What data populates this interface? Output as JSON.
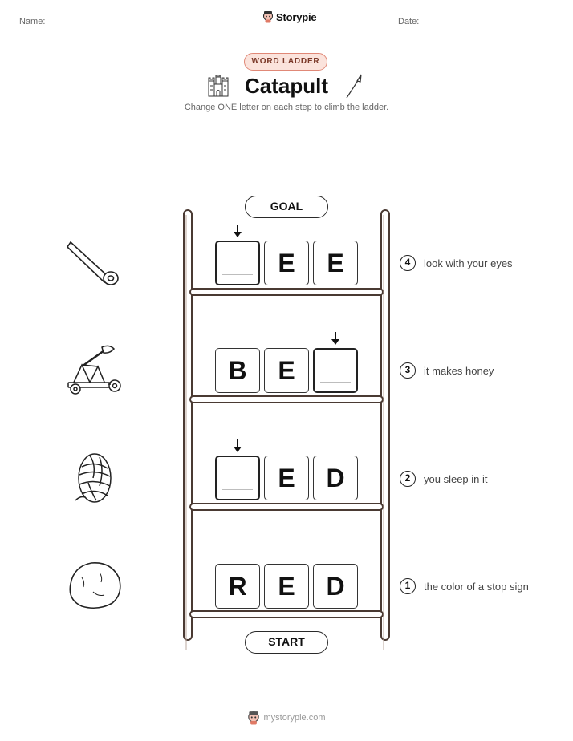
{
  "header": {
    "name_label": "Name:",
    "date_label": "Date:",
    "brand": "Storypie"
  },
  "badge": "WORD LADDER",
  "title": "Catapult",
  "instructions": "Change ONE letter on each step to climb the ladder.",
  "ladder": {
    "goal_label": "GOAL",
    "start_label": "START",
    "rungs": [
      {
        "number": "4",
        "clue": "look with your eyes",
        "picture": "stick-icon",
        "letters": [
          "",
          "E",
          "E"
        ]
      },
      {
        "number": "3",
        "clue": "it makes honey",
        "picture": "catapult-icon",
        "letters": [
          "B",
          "E",
          ""
        ]
      },
      {
        "number": "2",
        "clue": "you sleep in it",
        "picture": "rope-coil-icon",
        "letters": [
          "",
          "E",
          "D"
        ]
      },
      {
        "number": "1",
        "clue": "the color of a stop sign",
        "picture": "rock-icon",
        "letters": [
          "R",
          "E",
          "D"
        ]
      }
    ]
  },
  "footer": "mystorypie.com",
  "colors": {
    "badge_fill": "#fbe3dc",
    "badge_border": "#e08877",
    "ladder_wood": "#4a3a33"
  }
}
